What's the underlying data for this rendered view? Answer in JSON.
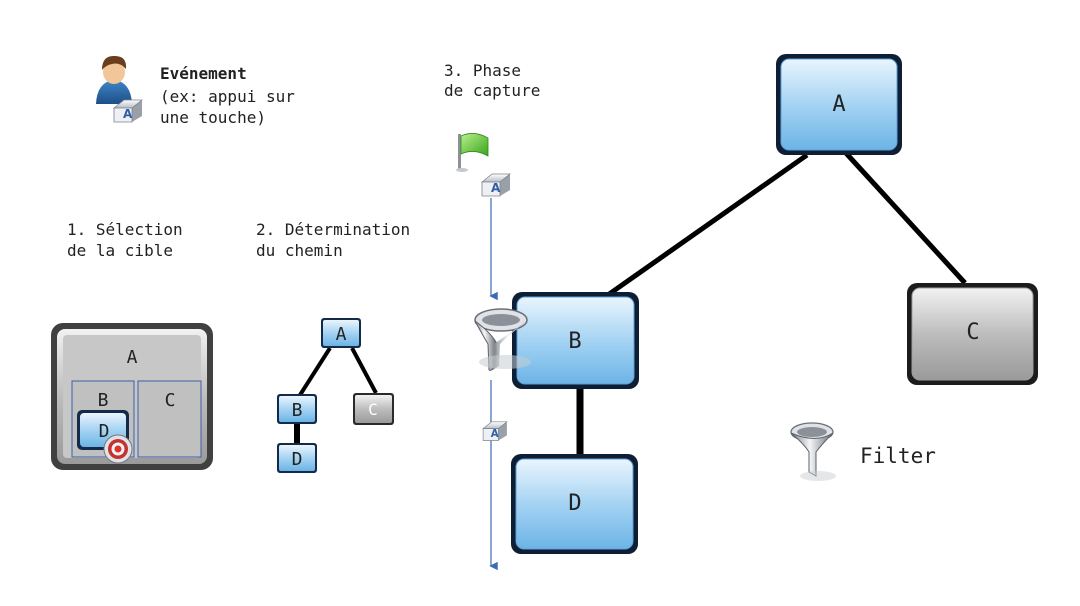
{
  "event": {
    "title": "Evénement",
    "line1": "(ex: appui sur",
    "line2": "une touche)"
  },
  "steps": {
    "step1_line1": "1. Sélection",
    "step1_line2": "de la cible",
    "step2_line1": "2. Détermination",
    "step2_line2": "du chemin",
    "step3_line1": "3. Phase",
    "step3_line2": "de capture"
  },
  "nodes": {
    "a": "A",
    "b": "B",
    "c": "C",
    "d": "D"
  },
  "key_glyph": "A",
  "legend": {
    "filter": "Filter"
  },
  "colors": {
    "blue_node": "#8ec6ee",
    "gray_node": "#c8c8c8",
    "arrow": "#3c6ab5",
    "flag": "#5cc82a"
  },
  "icons": [
    "user-icon",
    "keyboard-key-icon",
    "target-icon",
    "flag-icon",
    "funnel-icon"
  ]
}
